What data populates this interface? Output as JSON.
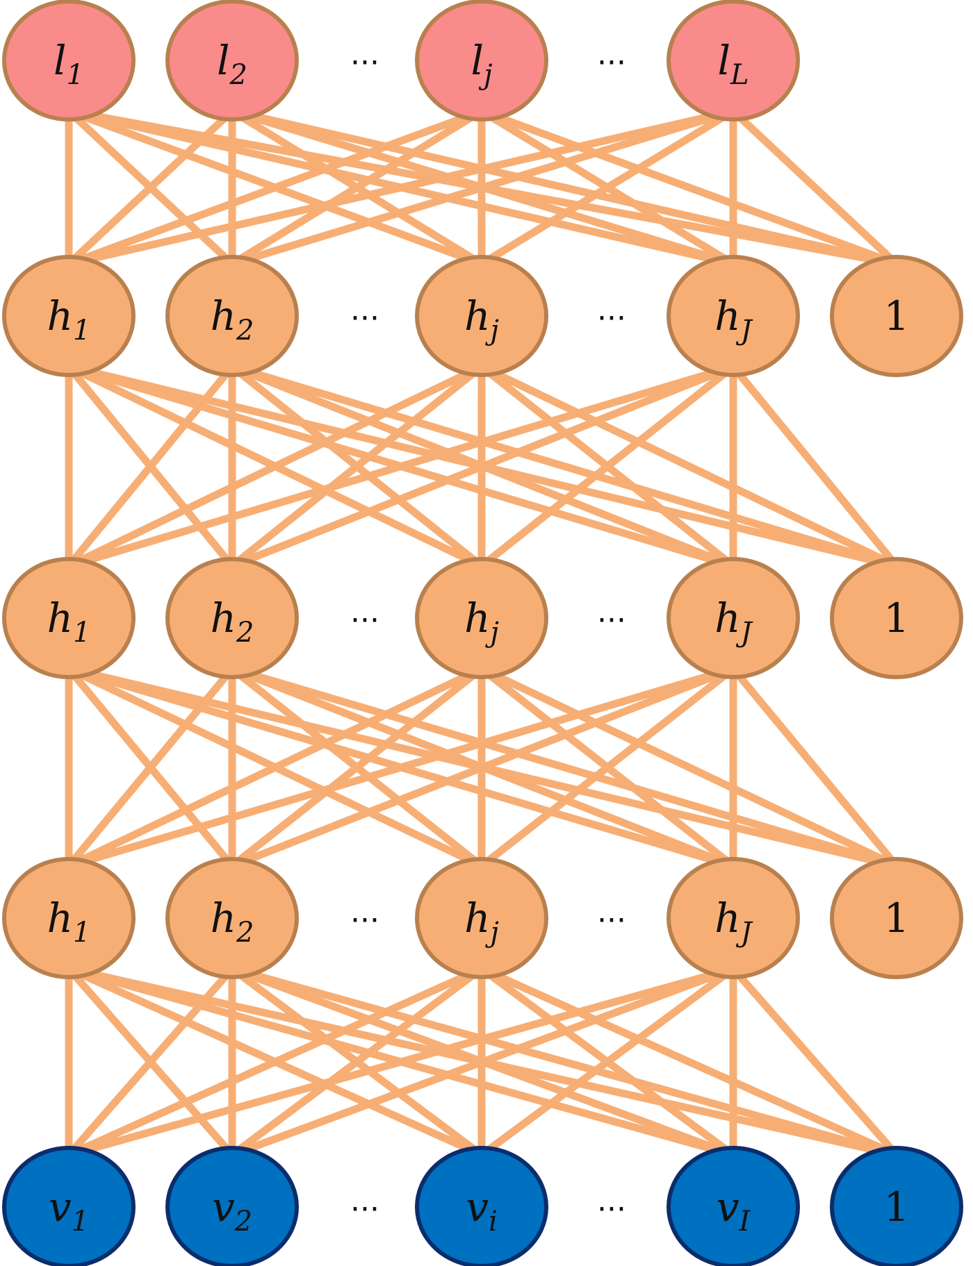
{
  "colors": {
    "edge": "#f7ae74",
    "label_fill": "#f98b8a",
    "label_stroke": "#b9804f",
    "hidden_fill": "#f7ae74",
    "hidden_stroke": "#b9804f",
    "visible_fill": "#0070c0",
    "visible_stroke": "#0b2d6b",
    "text": "#111111"
  },
  "ellipsis_text": "···",
  "layers": [
    {
      "id": "label",
      "fill": "label_fill",
      "stroke": "label_stroke",
      "nodes": [
        {
          "base": "l",
          "sub": "1"
        },
        {
          "base": "l",
          "sub": "2"
        },
        {
          "ellipsis": true
        },
        {
          "base": "l",
          "sub": "j"
        },
        {
          "ellipsis": true
        },
        {
          "base": "l",
          "sub": "L"
        }
      ]
    },
    {
      "id": "hidden-3",
      "fill": "hidden_fill",
      "stroke": "hidden_stroke",
      "nodes": [
        {
          "base": "h",
          "sub": "1"
        },
        {
          "base": "h",
          "sub": "2"
        },
        {
          "ellipsis": true
        },
        {
          "base": "h",
          "sub": "j"
        },
        {
          "ellipsis": true
        },
        {
          "base": "h",
          "sub": "J"
        },
        {
          "bias": "1"
        }
      ]
    },
    {
      "id": "hidden-2",
      "fill": "hidden_fill",
      "stroke": "hidden_stroke",
      "nodes": [
        {
          "base": "h",
          "sub": "1"
        },
        {
          "base": "h",
          "sub": "2"
        },
        {
          "ellipsis": true
        },
        {
          "base": "h",
          "sub": "j"
        },
        {
          "ellipsis": true
        },
        {
          "base": "h",
          "sub": "J"
        },
        {
          "bias": "1"
        }
      ]
    },
    {
      "id": "hidden-1",
      "fill": "hidden_fill",
      "stroke": "hidden_stroke",
      "nodes": [
        {
          "base": "h",
          "sub": "1"
        },
        {
          "base": "h",
          "sub": "2"
        },
        {
          "ellipsis": true
        },
        {
          "base": "h",
          "sub": "j"
        },
        {
          "ellipsis": true
        },
        {
          "base": "h",
          "sub": "J"
        },
        {
          "bias": "1"
        }
      ]
    },
    {
      "id": "visible",
      "fill": "visible_fill",
      "stroke": "visible_stroke",
      "nodes": [
        {
          "base": "v",
          "sub": "1"
        },
        {
          "base": "v",
          "sub": "2"
        },
        {
          "ellipsis": true
        },
        {
          "base": "v",
          "sub": "i"
        },
        {
          "ellipsis": true
        },
        {
          "base": "v",
          "sub": "I"
        },
        {
          "bias": "1"
        }
      ]
    }
  ]
}
